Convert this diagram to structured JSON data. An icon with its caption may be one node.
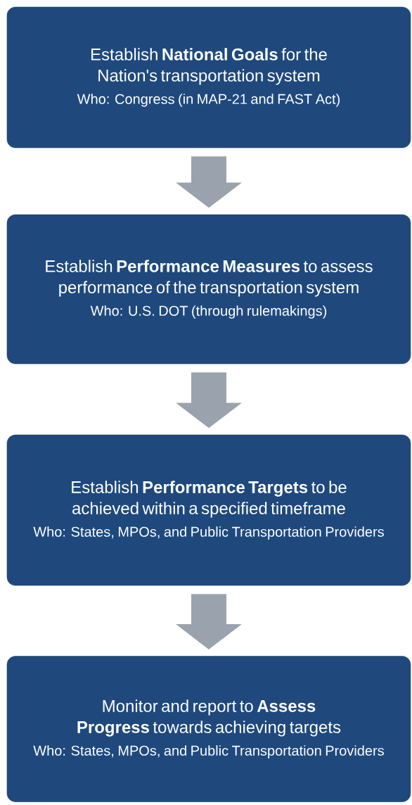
{
  "diagram": {
    "nodes": [
      {
        "text": [
          "Establish **National Goals** for the Nation's transportation system",
          "Who: Congress (in MAP-21 and FAST Act)"
        ]
      },
      {
        "text": [
          "Establish **Performance Measures** to assess performance of the transportation system",
          "Who: U.S. DOT (through rulemakings)"
        ]
      },
      {
        "text": [
          "Establish **Performance Targets** to be achieved within a specified timeframe",
          "Who: States, MPOs, and Public Transportation Providers"
        ]
      },
      {
        "text": [
          "Monitor and report to **Assess Progress** towards achieving targets",
          "Who: States, MPOs, and Public Transportation Providers"
        ]
      }
    ],
    "edges": [
      {
        "from": 0,
        "to": 1,
        "arrow": "to"
      },
      {
        "from": 1,
        "to": 2,
        "arrow": "to"
      },
      {
        "from": 2,
        "to": 3,
        "arrow": "to"
      }
    ]
  }
}
